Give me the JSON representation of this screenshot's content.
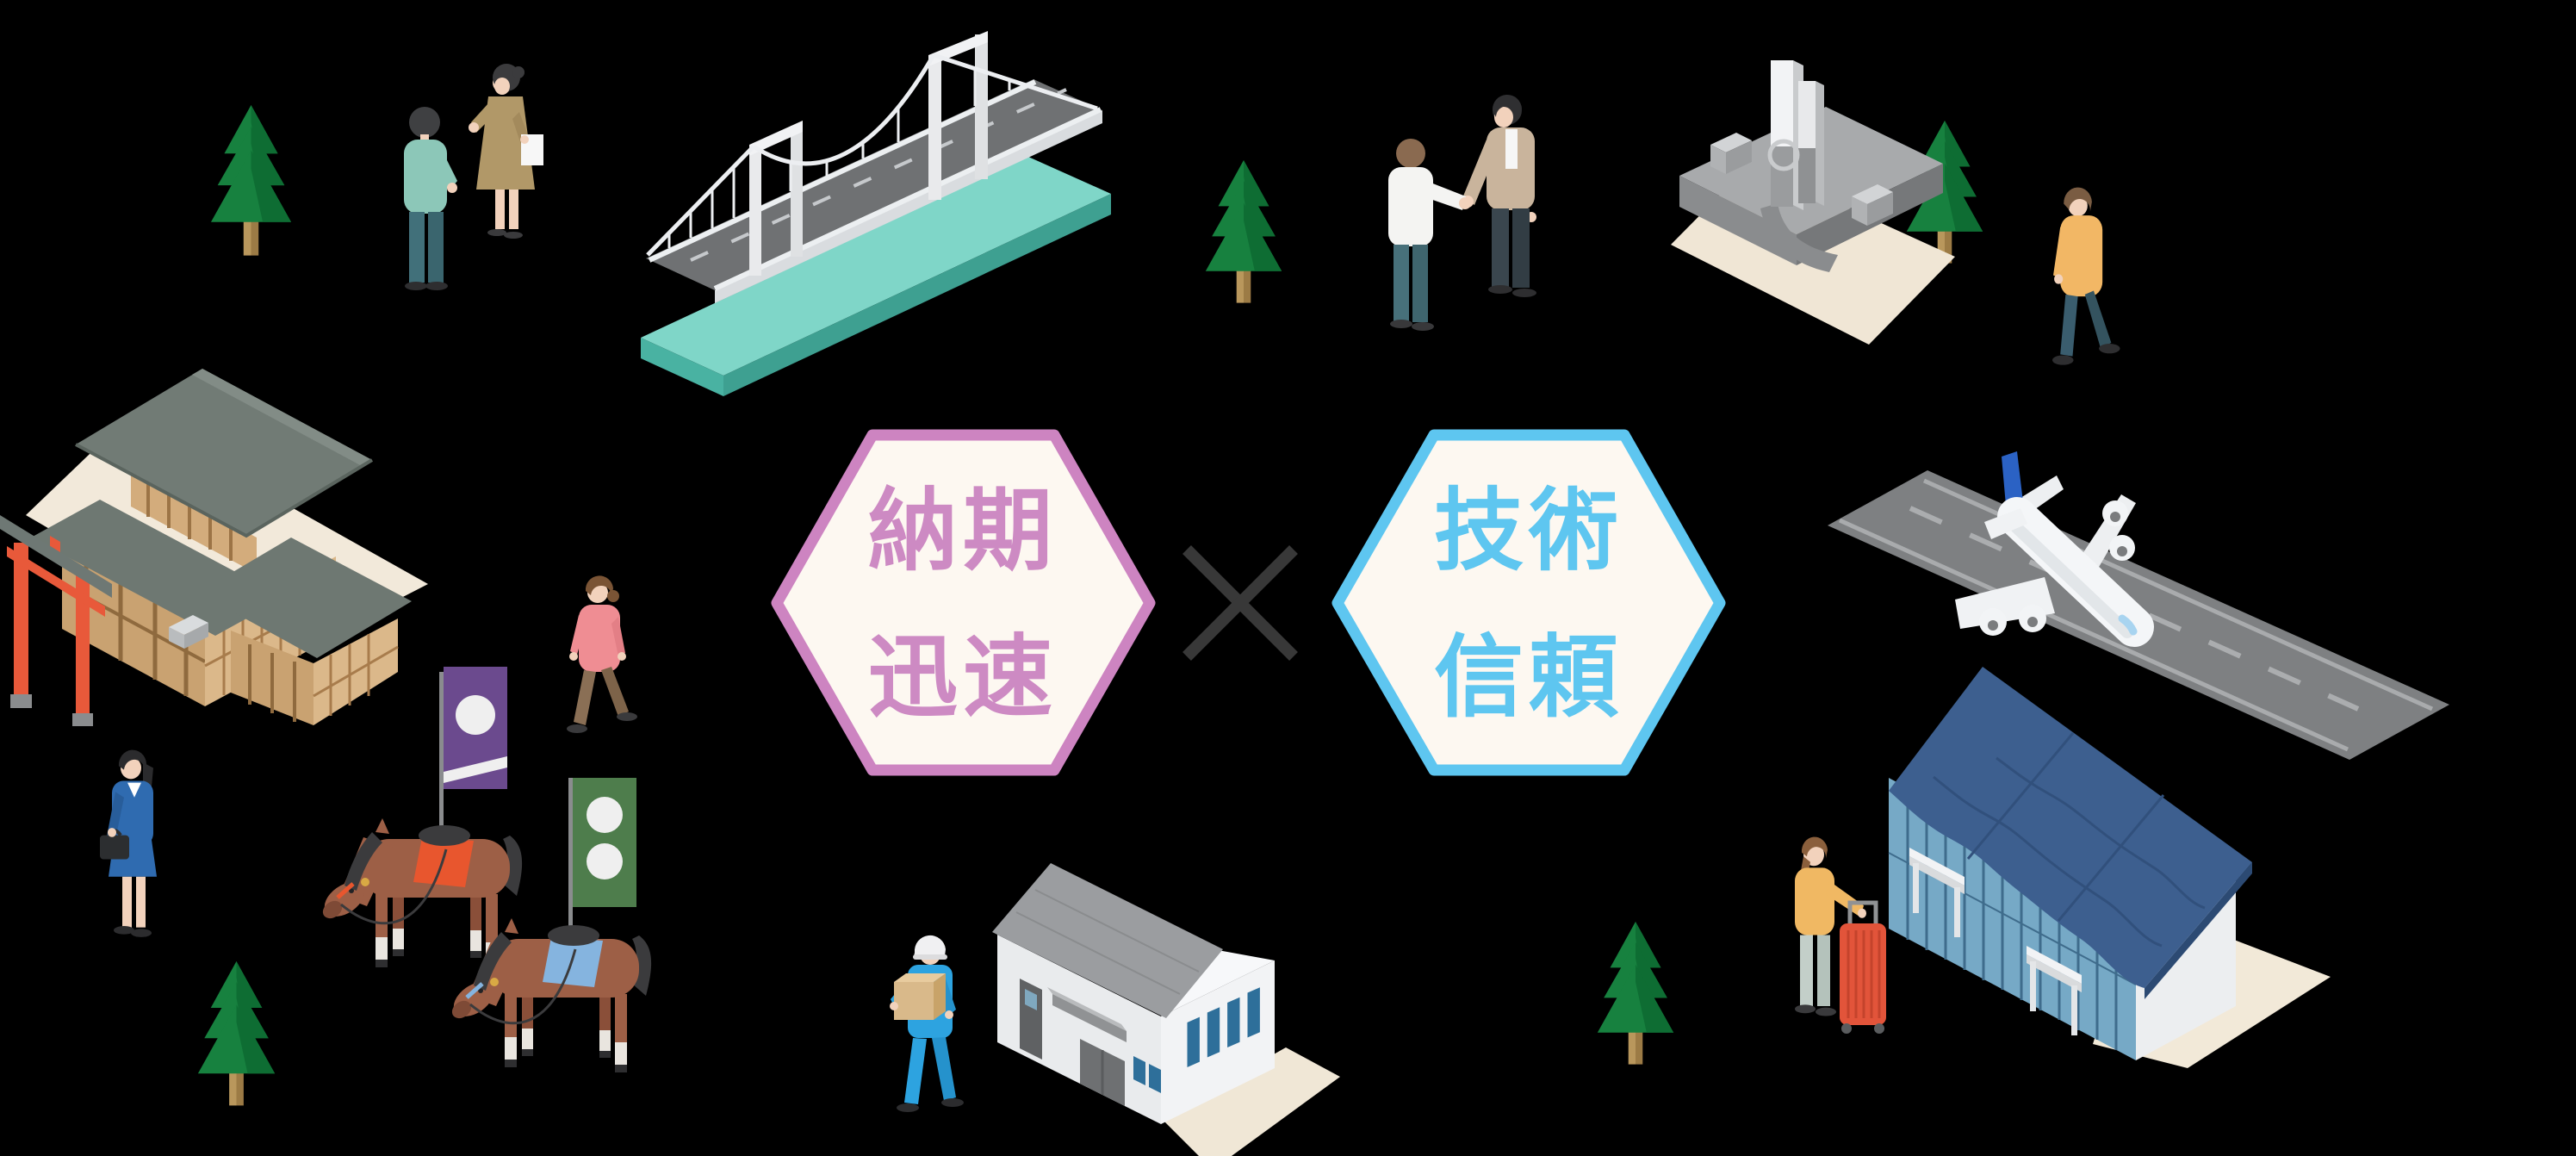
{
  "page": {
    "background_color": "#000000"
  },
  "badges": {
    "left": {
      "line1": "納期",
      "line2": "迅速",
      "fill_color": "#fdf8f1",
      "border_color": "#cd84c1",
      "text_color": "#cd8ac3"
    },
    "separator": "×",
    "separator_color": "#383838",
    "right": {
      "line1": "技術",
      "line2": "信頼",
      "fill_color": "#fdf8f1",
      "border_color": "#5ec6f0",
      "text_color": "#5ec6f0"
    }
  },
  "palette": {
    "tree_green": "#17813f",
    "tree_green_dark": "#0e6d33",
    "trunk": "#b9975c",
    "water_teal": "#7fd6c8",
    "road_gray": "#6f7173",
    "ground_beige": "#f2e9da",
    "torii_orange": "#e8593a",
    "shrine_roof_gray": "#717b75",
    "shrine_wood": "#c9a271",
    "horse_brown": "#9d5f46",
    "banner_purple": "#6b4a8e",
    "banner_green": "#4e7d4c",
    "saddle_orange": "#e8562e",
    "saddle_blue": "#85b4df",
    "monument_gray": "#a8aaac",
    "warehouse_roof": "#9b9da0",
    "window_blue": "#2e6f9a",
    "terminal_roof_blue": "#3d5f8f",
    "terminal_glass": "#76a9c6",
    "runway_gray": "#7e8082",
    "plane_white": "#f4f6f8",
    "plane_tail_blue": "#2b62c4",
    "suitcase_red": "#e2543a",
    "worker_blue": "#2da3e0",
    "suit_blue": "#2f6bb0",
    "skin": "#f2d2bc"
  },
  "illustrations": {
    "bridge": "suspension-bridge-over-river",
    "consult_pair": "two-people-talking",
    "handshake_pair": "business-handshake",
    "monument": "stone-monument-plaza",
    "walker": "person-walking",
    "shrine": "japanese-shrine-with-torii-gate",
    "pink_walker": "person-walking",
    "businesswoman": "businesswoman-with-briefcase",
    "horses": "two-racehorses-with-banners",
    "warehouse": "warehouse-building",
    "worker": "worker-carrying-box",
    "traveler": "traveler-with-suitcase",
    "terminal": "airport-terminal",
    "airplane": "airplane-on-runway",
    "tree": "pine-tree"
  }
}
